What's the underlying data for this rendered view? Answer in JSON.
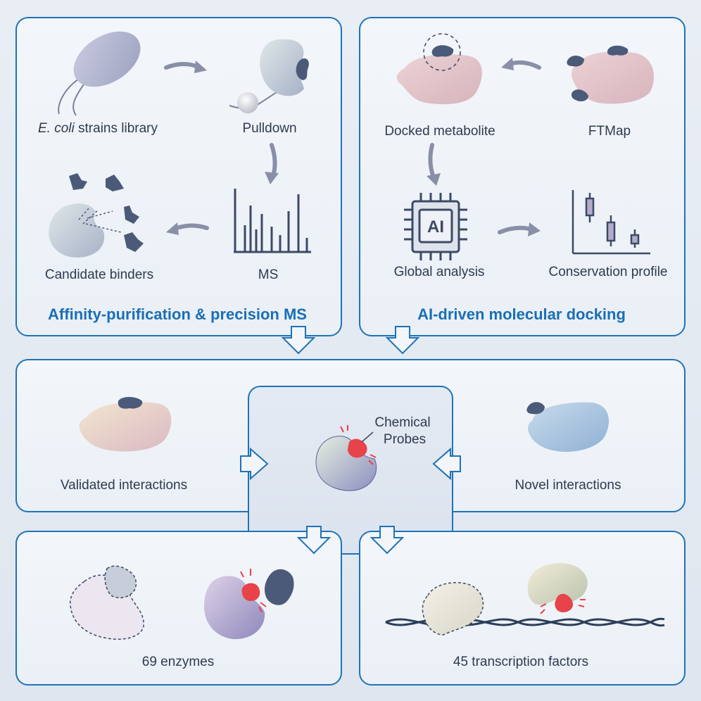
{
  "top_left": {
    "heading": "Affinity-purification & precision MS",
    "steps": {
      "library_italic": "E. coli",
      "library_rest": " strains library",
      "pulldown": "Pulldown",
      "ms": "MS",
      "binders": "Candidate binders"
    }
  },
  "top_right": {
    "heading": "AI-driven molecular docking",
    "steps": {
      "docked": "Docked metabolite",
      "ftmap": "FTMap",
      "global": "Global analysis",
      "chip_text": "AI",
      "conservation": "Conservation profile"
    }
  },
  "middle": {
    "validated": "Validated interactions",
    "probes_line1": "Chemical",
    "probes_line2": "Probes",
    "novel": "Novel interactions"
  },
  "bottom": {
    "enzymes": "69 enzymes",
    "tfs": "45 transcription factors"
  },
  "colors": {
    "border": "#1f73b7",
    "heading": "#1a6fb5",
    "arrow": "#8a8fa8",
    "ligand": "#4b5a78",
    "probe": "#e8424a"
  }
}
